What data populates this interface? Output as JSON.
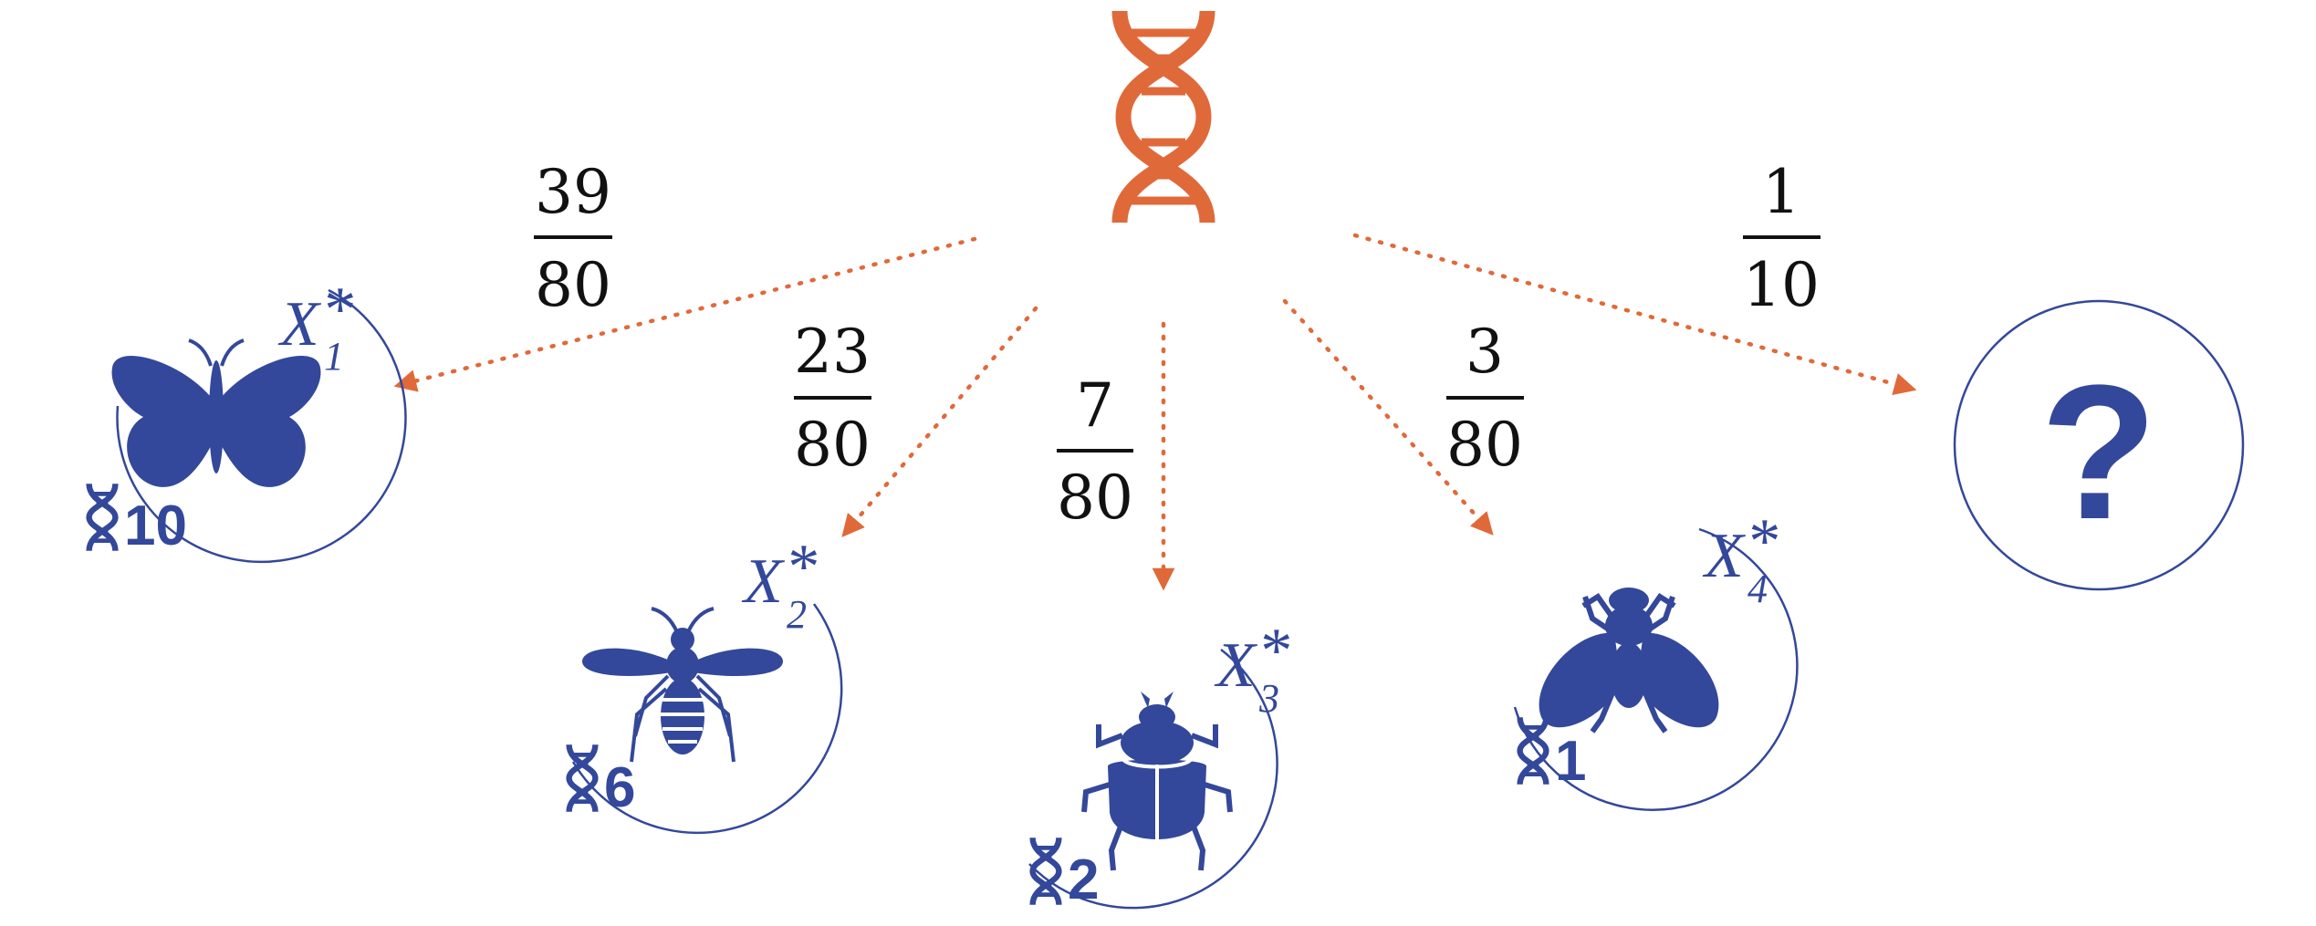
{
  "colors": {
    "accent": "#e0693a",
    "node": "#33489a",
    "text": "#111111"
  },
  "root": {
    "icon": "dna-helix-icon"
  },
  "branches": [
    {
      "id": "butterfly",
      "icon": "butterfly-icon",
      "numerator": "39",
      "denominator": "80",
      "var": "X",
      "sub": "1",
      "star": "*",
      "count": "10"
    },
    {
      "id": "bee",
      "icon": "bee-icon",
      "numerator": "23",
      "denominator": "80",
      "var": "X",
      "sub": "2",
      "star": "*",
      "count": "6"
    },
    {
      "id": "beetle",
      "icon": "beetle-icon",
      "numerator": "7",
      "denominator": "80",
      "var": "X",
      "sub": "3",
      "star": "*",
      "count": "2"
    },
    {
      "id": "fly",
      "icon": "fly-icon",
      "numerator": "3",
      "denominator": "80",
      "var": "X",
      "sub": "4",
      "star": "*",
      "count": "1"
    },
    {
      "id": "unknown",
      "icon": "question-mark-icon",
      "numerator": "1",
      "denominator": "10",
      "symbol": "?"
    }
  ]
}
